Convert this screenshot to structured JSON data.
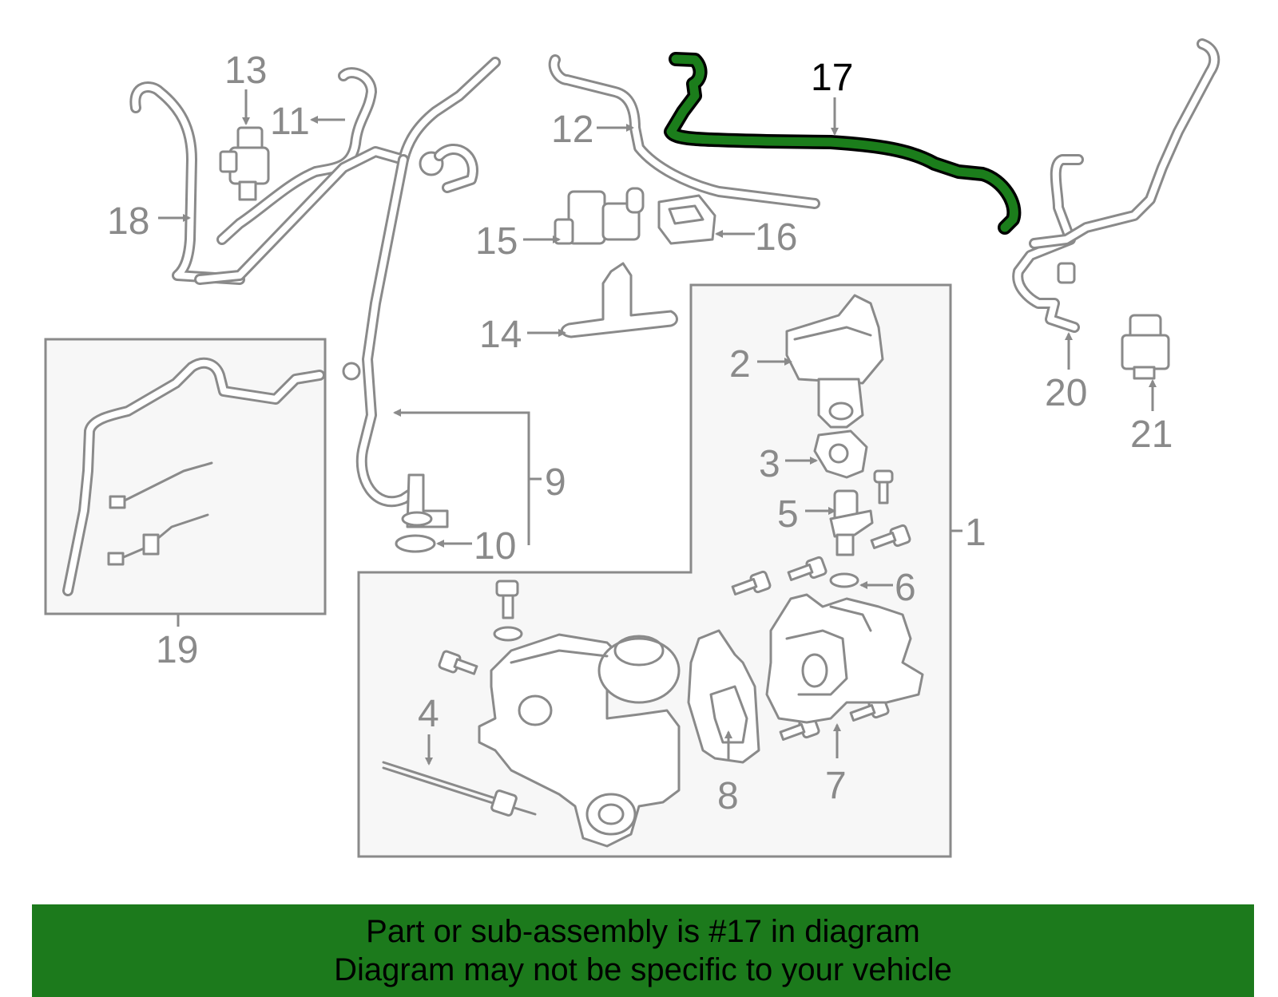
{
  "callouts": {
    "c1": "1",
    "c2": "2",
    "c3": "3",
    "c4": "4",
    "c5": "5",
    "c6": "6",
    "c7": "7",
    "c8": "8",
    "c9": "9",
    "c10": "10",
    "c11": "11",
    "c12": "12",
    "c13": "13",
    "c14": "14",
    "c15": "15",
    "c16": "16",
    "c17": "17",
    "c18": "18",
    "c19": "19",
    "c20": "20",
    "c21": "21"
  },
  "highlighted_part": "17",
  "colors": {
    "highlight": "#1b7d1b",
    "banner": "#1c7a1c",
    "line_art": "#8a8a8a"
  },
  "banner": {
    "line1": "Part or sub-assembly is #17 in diagram",
    "line2": "Diagram may not be specific to your vehicle"
  }
}
